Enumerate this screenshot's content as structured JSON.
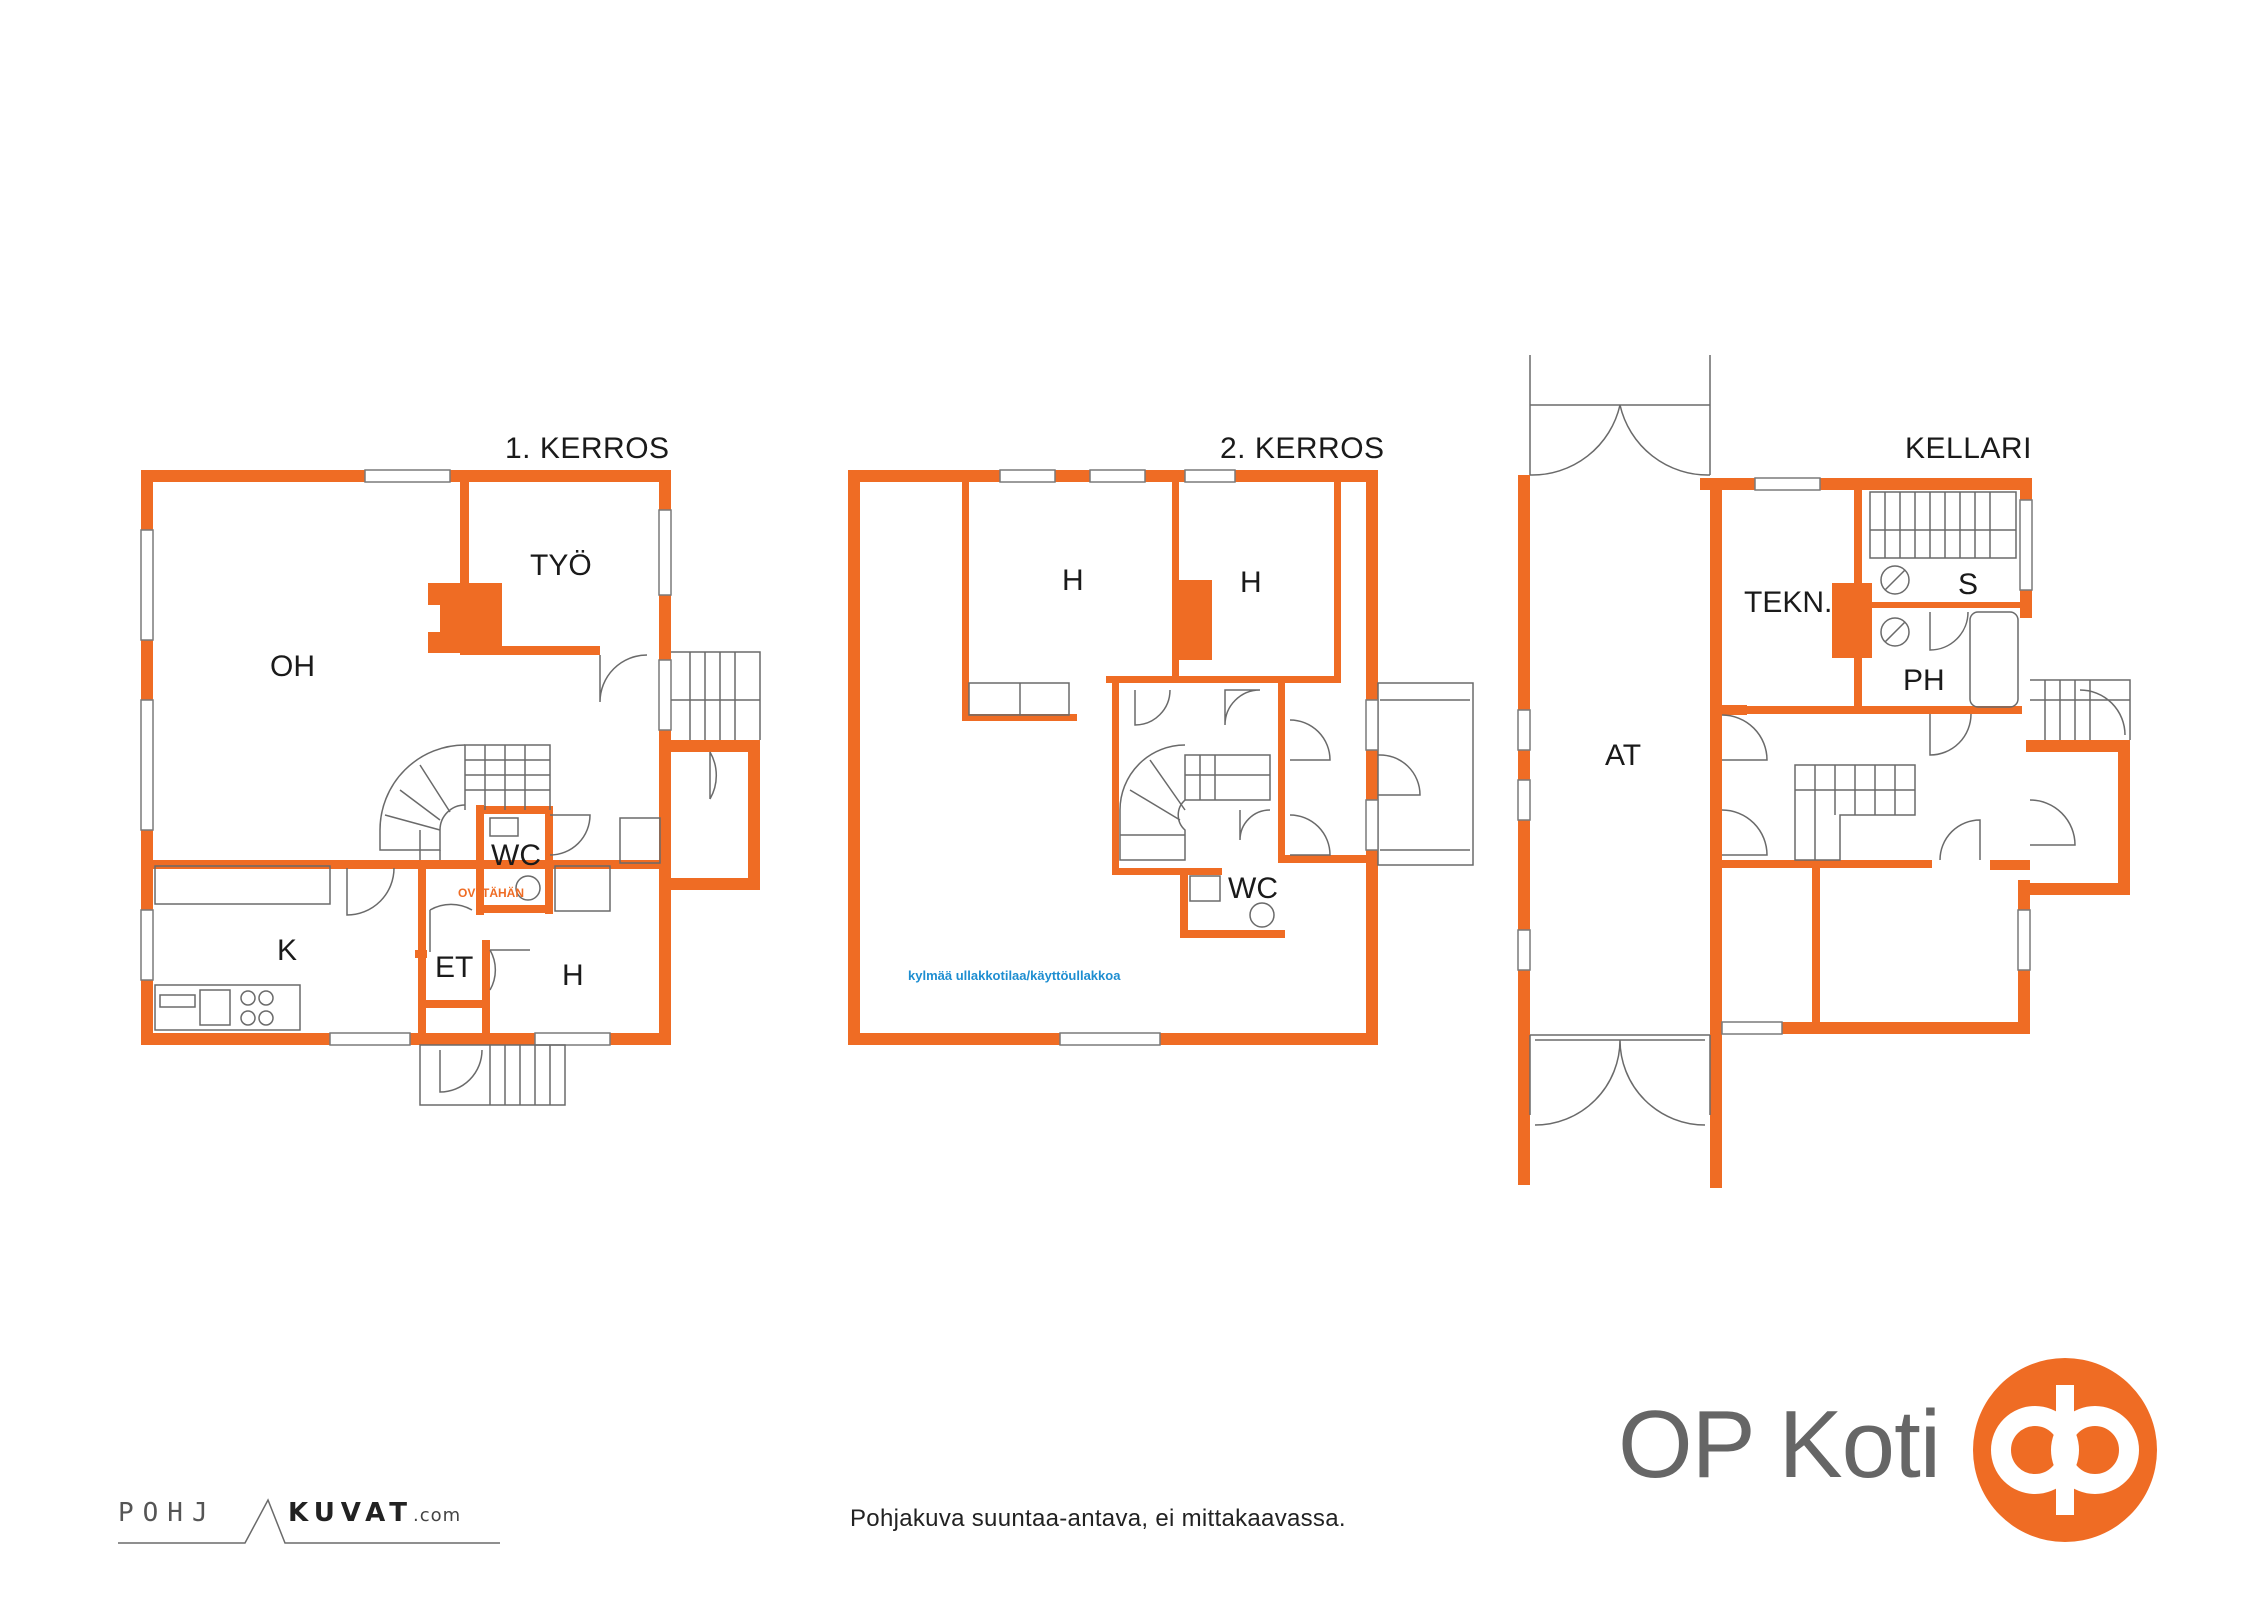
{
  "floors": {
    "first": {
      "title": "1. KERROS",
      "rooms": {
        "oh": "OH",
        "tyo": "TYÖ",
        "k": "K",
        "wc": "WC",
        "et": "ET",
        "h": "H"
      },
      "door_note": "OVI TÄHÄN"
    },
    "second": {
      "title": "2. KERROS",
      "rooms": {
        "h1": "H",
        "h2": "H",
        "wc": "WC"
      },
      "attic_note": "kylmää ullakkotilaa/käyttöullakkoa"
    },
    "basement": {
      "title": "KELLARI",
      "rooms": {
        "tekn": "TEKN.",
        "s": "S",
        "ph": "PH",
        "at": "AT"
      }
    }
  },
  "footer": {
    "disclaimer": "Pohjakuva suuntaa-antava, ei mittakaavassa."
  },
  "brand": {
    "name": "OP Koti",
    "color": "#ef6c24",
    "text_color": "#666666"
  },
  "credit": {
    "part1": "POHJ",
    "part2": "KUVAT",
    "domain": ".com"
  },
  "colors": {
    "wall": "#ef6c24",
    "attic_note": "#1e8ed1"
  }
}
